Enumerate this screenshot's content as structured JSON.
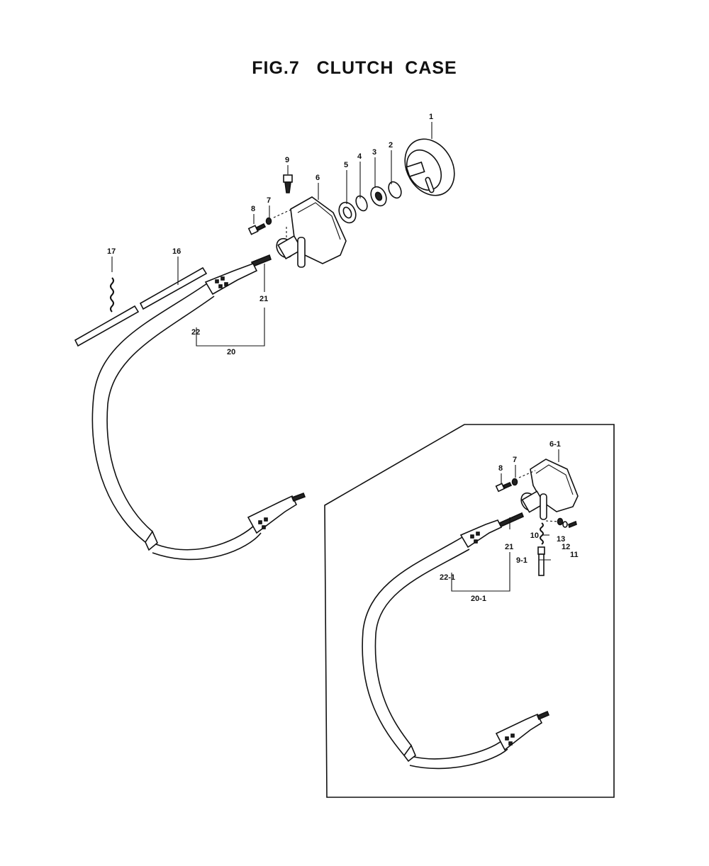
{
  "title": "FIG.7   CLUTCH  CASE",
  "main_labels": {
    "l1": "1",
    "l2": "2",
    "l3": "3",
    "l4": "4",
    "l5": "5",
    "l6": "6",
    "l7": "7",
    "l8": "8",
    "l9": "9",
    "l16": "16",
    "l17": "17",
    "l20": "20",
    "l21": "21",
    "l22": "22"
  },
  "inset_labels": {
    "l6_1": "6-1",
    "l7": "7",
    "l8": "8",
    "l9_1": "9-1",
    "l10": "10",
    "l11": "11",
    "l12": "12",
    "l13": "13",
    "l20_1": "20-1",
    "l21": "21",
    "l22_1": "22-1"
  }
}
